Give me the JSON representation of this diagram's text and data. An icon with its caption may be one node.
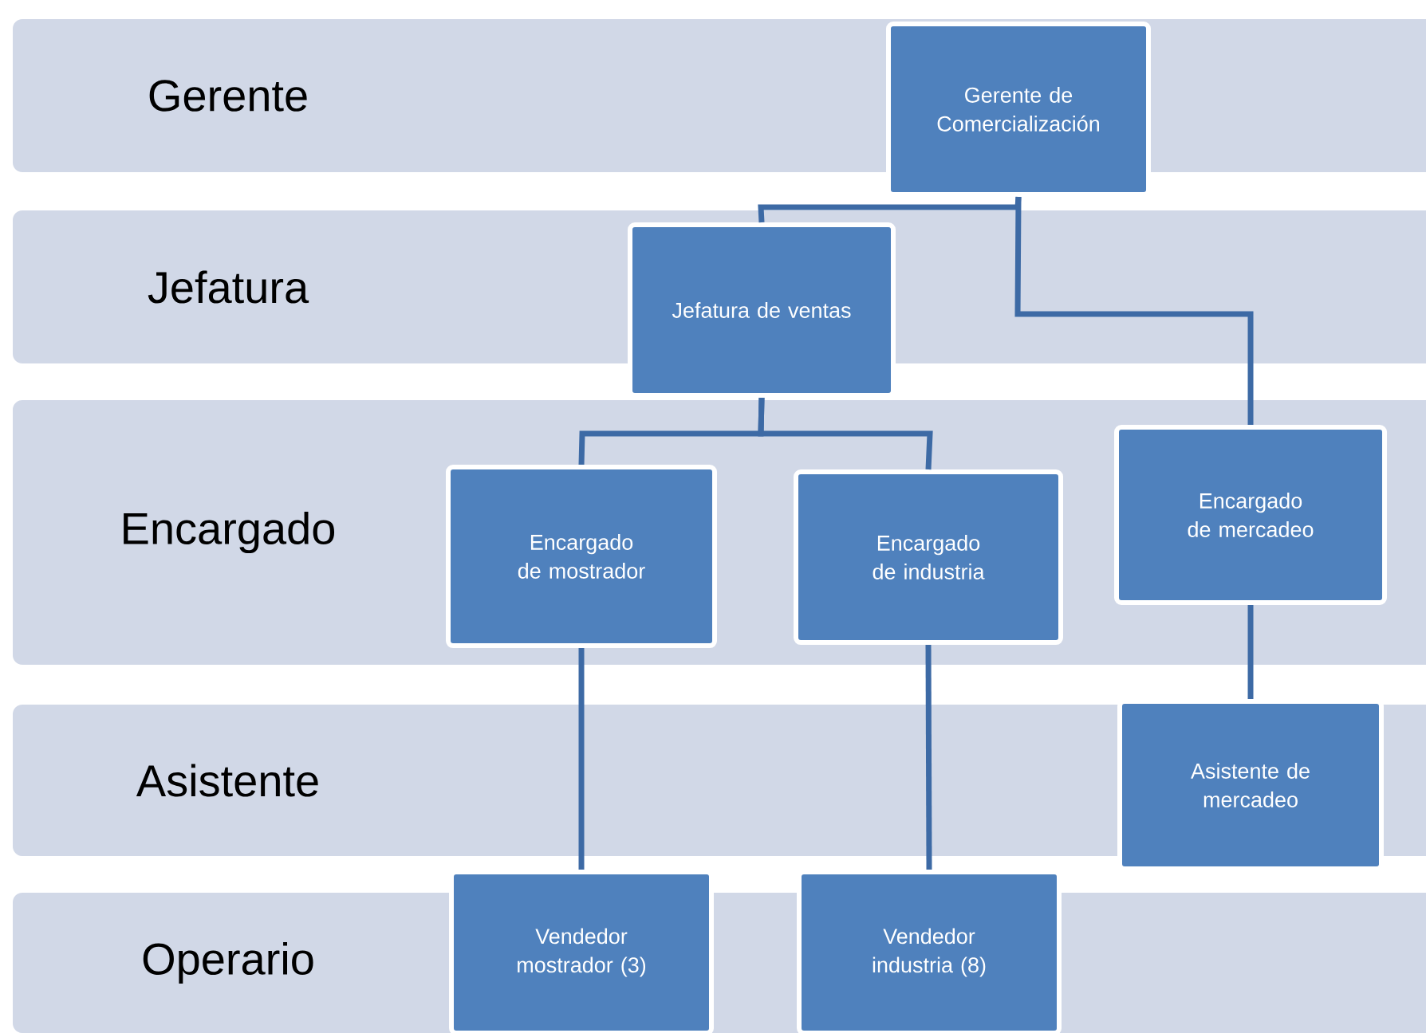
{
  "diagram": {
    "nodes": [
      {
        "text": [
          "Gerente de Comercialización"
        ]
      },
      {
        "text": [
          "Jefatura de ventas"
        ]
      },
      {
        "text": [
          "Encargado de mostrador"
        ]
      },
      {
        "text": [
          "Encargado de industria"
        ]
      },
      {
        "text": [
          "Encargado de mercadeo"
        ]
      },
      {
        "text": [
          "Asistente de mercadeo"
        ]
      },
      {
        "text": [
          "Vendedor mostrador (3)"
        ]
      },
      {
        "text": [
          "Vendedor industria (8)"
        ]
      }
    ],
    "edges": [
      {
        "from": 0,
        "to": 1,
        "arrow": "none"
      },
      {
        "from": 0,
        "to": 4,
        "arrow": "none"
      },
      {
        "from": 1,
        "to": 2,
        "arrow": "none"
      },
      {
        "from": 1,
        "to": 3,
        "arrow": "none"
      },
      {
        "from": 2,
        "to": 6,
        "arrow": "none"
      },
      {
        "from": 3,
        "to": 7,
        "arrow": "none"
      },
      {
        "from": 4,
        "to": 5,
        "arrow": "none"
      }
    ],
    "labels": [
      "Gerente",
      "Jefatura",
      "Encargado",
      "Asistente",
      "Operario"
    ]
  }
}
